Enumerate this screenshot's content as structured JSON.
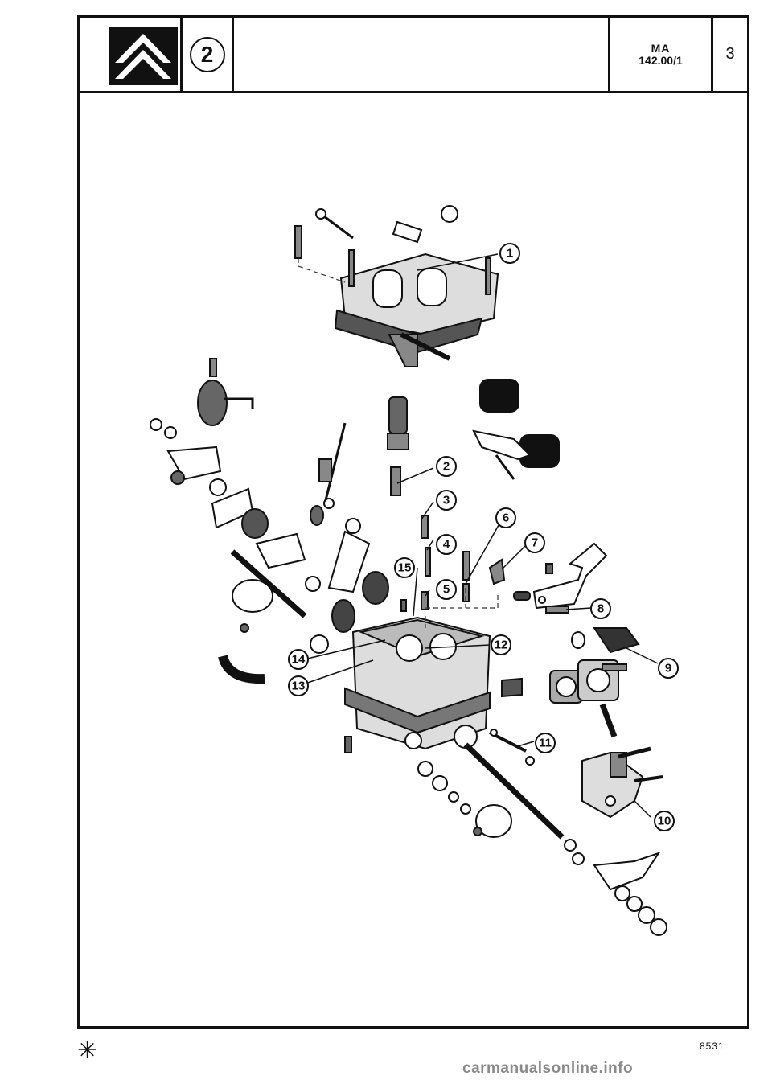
{
  "header": {
    "chapter_badge": "2",
    "ref_title": "MA",
    "ref_code": "142.00/1",
    "page_number": "3"
  },
  "callouts": [
    "1",
    "2",
    "3",
    "4",
    "5",
    "6",
    "7",
    "8",
    "9",
    "10",
    "11",
    "12",
    "13",
    "14",
    "15"
  ],
  "footer": {
    "star": "✳",
    "drawing_number": "8531",
    "watermark": "carmanualsonline.info"
  }
}
